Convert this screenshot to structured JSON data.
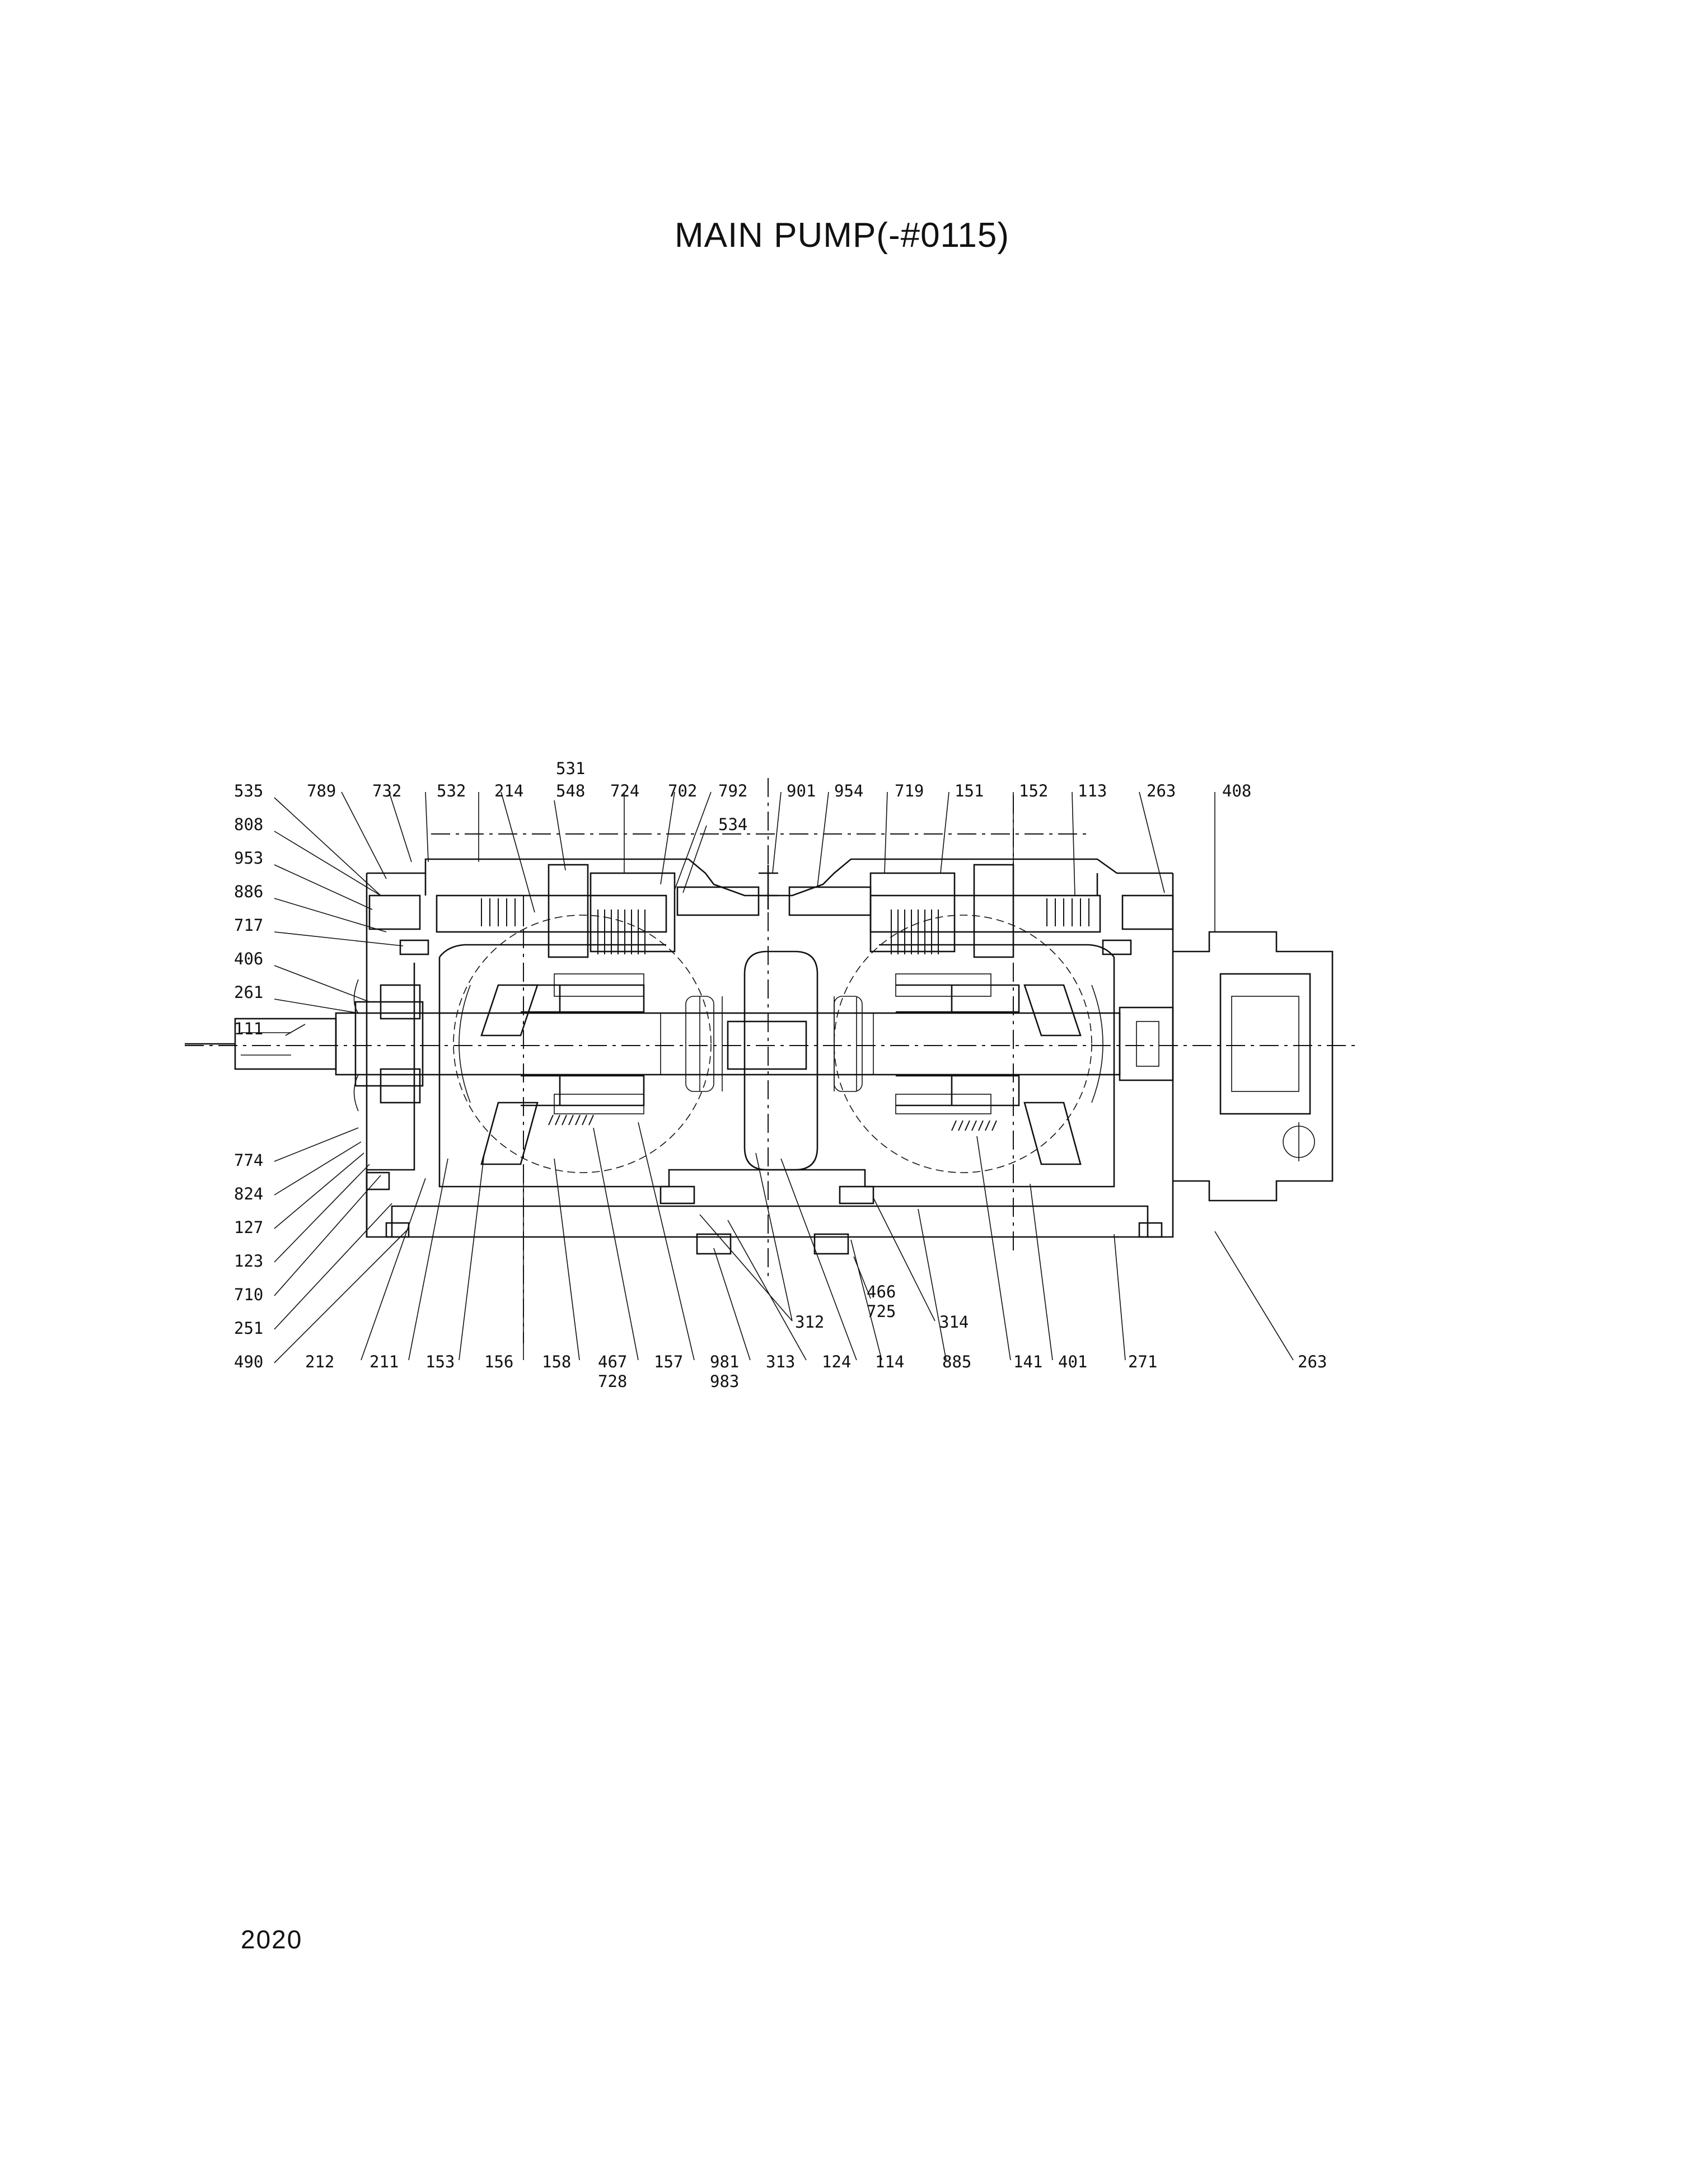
{
  "title": "MAIN PUMP(-#0115)",
  "page_number": "2020",
  "part_labels": [
    {
      "id": "535",
      "text": "535"
    },
    {
      "id": "789",
      "text": "789"
    },
    {
      "id": "732",
      "text": "732"
    },
    {
      "id": "532",
      "text": "532"
    },
    {
      "id": "214",
      "text": "214"
    },
    {
      "id": "531",
      "text": "531"
    },
    {
      "id": "548",
      "text": "548"
    },
    {
      "id": "724",
      "text": "724"
    },
    {
      "id": "702",
      "text": "702"
    },
    {
      "id": "792",
      "text": "792"
    },
    {
      "id": "534",
      "text": "534"
    },
    {
      "id": "901",
      "text": "901"
    },
    {
      "id": "954",
      "text": "954"
    },
    {
      "id": "719",
      "text": "719"
    },
    {
      "id": "151",
      "text": "151"
    },
    {
      "id": "152",
      "text": "152"
    },
    {
      "id": "113",
      "text": "113"
    },
    {
      "id": "263-top",
      "text": "263"
    },
    {
      "id": "408",
      "text": "408"
    },
    {
      "id": "808",
      "text": "808"
    },
    {
      "id": "953",
      "text": "953"
    },
    {
      "id": "886",
      "text": "886"
    },
    {
      "id": "717",
      "text": "717"
    },
    {
      "id": "406",
      "text": "406"
    },
    {
      "id": "261",
      "text": "261"
    },
    {
      "id": "111",
      "text": "111"
    },
    {
      "id": "774",
      "text": "774"
    },
    {
      "id": "824",
      "text": "824"
    },
    {
      "id": "127",
      "text": "127"
    },
    {
      "id": "123",
      "text": "123"
    },
    {
      "id": "710",
      "text": "710"
    },
    {
      "id": "251",
      "text": "251"
    },
    {
      "id": "490",
      "text": "490"
    },
    {
      "id": "212",
      "text": "212"
    },
    {
      "id": "211",
      "text": "211"
    },
    {
      "id": "153",
      "text": "153"
    },
    {
      "id": "156",
      "text": "156"
    },
    {
      "id": "158",
      "text": "158"
    },
    {
      "id": "467",
      "text": "467"
    },
    {
      "id": "728",
      "text": "728"
    },
    {
      "id": "157",
      "text": "157"
    },
    {
      "id": "981",
      "text": "981"
    },
    {
      "id": "983",
      "text": "983"
    },
    {
      "id": "313",
      "text": "313"
    },
    {
      "id": "124",
      "text": "124"
    },
    {
      "id": "114",
      "text": "114"
    },
    {
      "id": "312",
      "text": "312"
    },
    {
      "id": "466",
      "text": "466"
    },
    {
      "id": "725",
      "text": "725"
    },
    {
      "id": "314",
      "text": "314"
    },
    {
      "id": "885",
      "text": "885"
    },
    {
      "id": "141",
      "text": "141"
    },
    {
      "id": "401",
      "text": "401"
    },
    {
      "id": "271",
      "text": "271"
    },
    {
      "id": "263-bottom",
      "text": "263"
    }
  ]
}
